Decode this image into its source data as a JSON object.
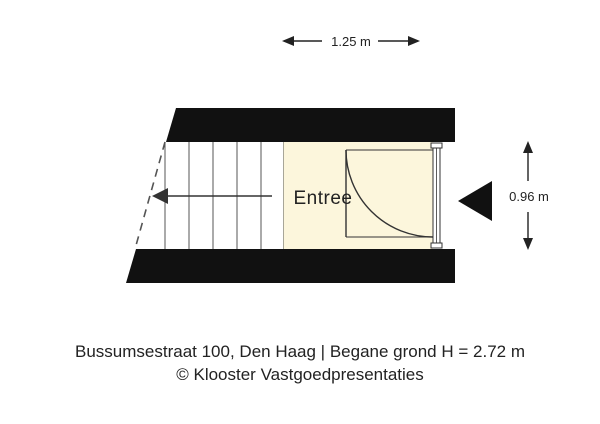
{
  "plan": {
    "room_label": "Entree",
    "width_dimension": "1.25 m",
    "depth_dimension": "0.96 m"
  },
  "colors": {
    "wall": "#111111",
    "room_fill": "#fcf6dc",
    "stairs_fill": "#ffffff",
    "line": "#333333"
  },
  "icons": {
    "entrance": "entrance-arrow-icon",
    "stairs_direction": "stairs-direction-arrow-icon"
  },
  "caption": {
    "address_line": "Bussumsestraat 100, Den Haag | Begane grond H = 2.72 m",
    "credit_line": "© Klooster Vastgoedpresentaties"
  }
}
